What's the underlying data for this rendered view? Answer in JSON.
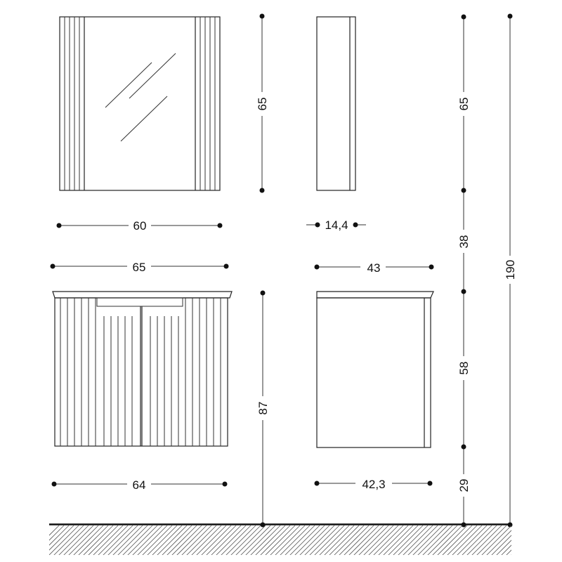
{
  "dimensions": {
    "mirror_width": "60",
    "mirror_height": "65",
    "mirror_depth": "14,4",
    "cabinet_top_width": "65",
    "cabinet_side_top_depth": "43",
    "cabinet_height": "87",
    "cabinet_bottom_width": "64",
    "cabinet_side_bottom_depth": "42,3",
    "elev_upper": "65",
    "elev_gap": "38",
    "elev_cabinet": "58",
    "elev_floor_gap": "29",
    "total_height": "190"
  }
}
